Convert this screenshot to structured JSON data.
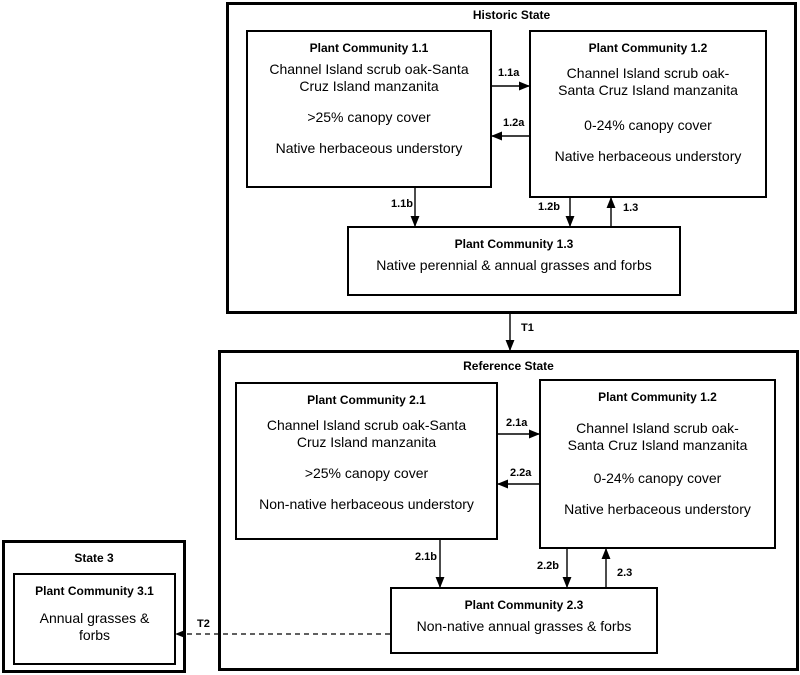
{
  "states": {
    "historic": {
      "title": "Historic State",
      "pc11": {
        "title": "Plant Community 1.1",
        "lines": [
          "Channel Island scrub oak-Santa",
          "Cruz Island manzanita",
          ">25% canopy cover",
          "Native herbaceous understory"
        ]
      },
      "pc12": {
        "title": "Plant Community 1.2",
        "lines": [
          "Channel Island scrub oak-",
          "Santa Cruz Island manzanita",
          "0-24% canopy cover",
          "Native herbaceous understory"
        ]
      },
      "pc13": {
        "title": "Plant Community 1.3",
        "lines": [
          "Native perennial & annual grasses and forbs"
        ]
      }
    },
    "reference": {
      "title": "Reference State",
      "pc21": {
        "title": "Plant Community 2.1",
        "lines": [
          "Channel Island scrub oak-Santa",
          "Cruz Island manzanita",
          ">25% canopy cover",
          "Non-native herbaceous understory"
        ]
      },
      "pc22": {
        "title": "Plant Community 1.2",
        "lines": [
          "Channel Island scrub oak-",
          "Santa Cruz Island manzanita",
          "0-24% canopy cover",
          "Native herbaceous understory"
        ]
      },
      "pc23": {
        "title": "Plant Community 2.3",
        "lines": [
          "Non-native annual grasses & forbs"
        ]
      }
    },
    "state3": {
      "title": "State 3",
      "pc31": {
        "title": "Plant Community 3.1",
        "lines": [
          "Annual grasses &",
          "forbs"
        ]
      }
    }
  },
  "transitions": {
    "t11a": "1.1a",
    "t12a": "1.2a",
    "t11b": "1.1b",
    "t12b": "1.2b",
    "t13": "1.3",
    "tT1": "T1",
    "t21a": "2.1a",
    "t22a": "2.2a",
    "t21b": "2.1b",
    "t22b": "2.2b",
    "t23": "2.3",
    "tT2": "T2"
  }
}
